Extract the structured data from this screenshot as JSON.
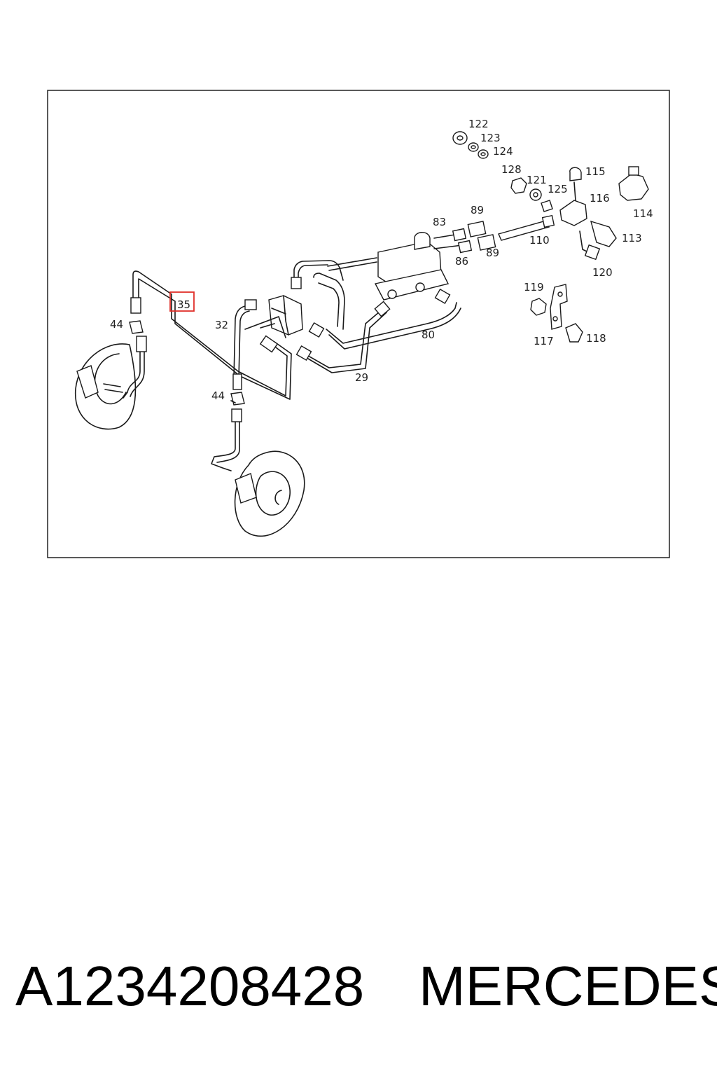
{
  "labels": [
    {
      "id": "l122",
      "text": "122"
    },
    {
      "id": "l123",
      "text": "123"
    },
    {
      "id": "l124",
      "text": "124"
    },
    {
      "id": "l128",
      "text": "128"
    },
    {
      "id": "l121",
      "text": "121"
    },
    {
      "id": "l125",
      "text": "125"
    },
    {
      "id": "l115",
      "text": "115"
    },
    {
      "id": "l116",
      "text": "116"
    },
    {
      "id": "l114",
      "text": "114"
    },
    {
      "id": "l113",
      "text": "113"
    },
    {
      "id": "l120",
      "text": "120"
    },
    {
      "id": "l83",
      "text": "83"
    },
    {
      "id": "l89a",
      "text": "89"
    },
    {
      "id": "l89b",
      "text": "89"
    },
    {
      "id": "l86",
      "text": "86"
    },
    {
      "id": "l110",
      "text": "110"
    },
    {
      "id": "l119",
      "text": "119"
    },
    {
      "id": "l117",
      "text": "117"
    },
    {
      "id": "l118",
      "text": "118"
    },
    {
      "id": "l80",
      "text": "80"
    },
    {
      "id": "l29",
      "text": "29"
    },
    {
      "id": "l32",
      "text": "32"
    },
    {
      "id": "l35",
      "text": "35"
    },
    {
      "id": "l44a",
      "text": "44"
    },
    {
      "id": "l44b",
      "text": "44"
    }
  ],
  "highlight": {
    "label": "35",
    "color": "#e0302a"
  },
  "caption": {
    "part_number": "A1234208428",
    "brand": "MERCEDES"
  }
}
